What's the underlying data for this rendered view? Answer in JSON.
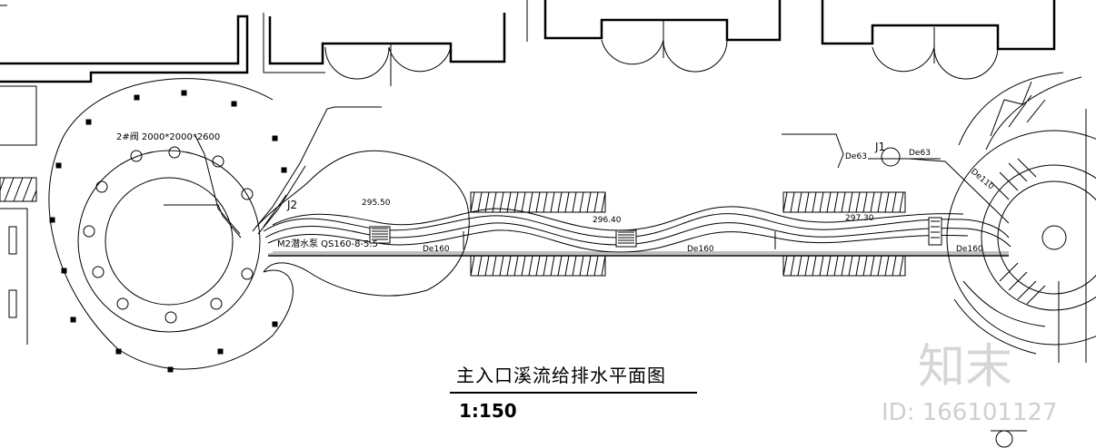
{
  "drawing": {
    "title": "主入口溪流给排水平面图",
    "scale": "1:150",
    "labels": {
      "valve_spec": "2#阀 2000*2000*2600",
      "pump_label": "M2潜水泵 QS160-8-5.5",
      "pump_id": "J2",
      "well_id": "J1",
      "elev_1": "295.50",
      "elev_2": "296.40",
      "elev_3": "297.30",
      "pipe_1": "De160",
      "pipe_2": "De160",
      "pipe_3": "De160",
      "pipe_4": "De63",
      "pipe_5": "De63",
      "pipe_6": "De110"
    }
  },
  "watermark": {
    "logo": "知末",
    "id": "ID: 166101127"
  }
}
